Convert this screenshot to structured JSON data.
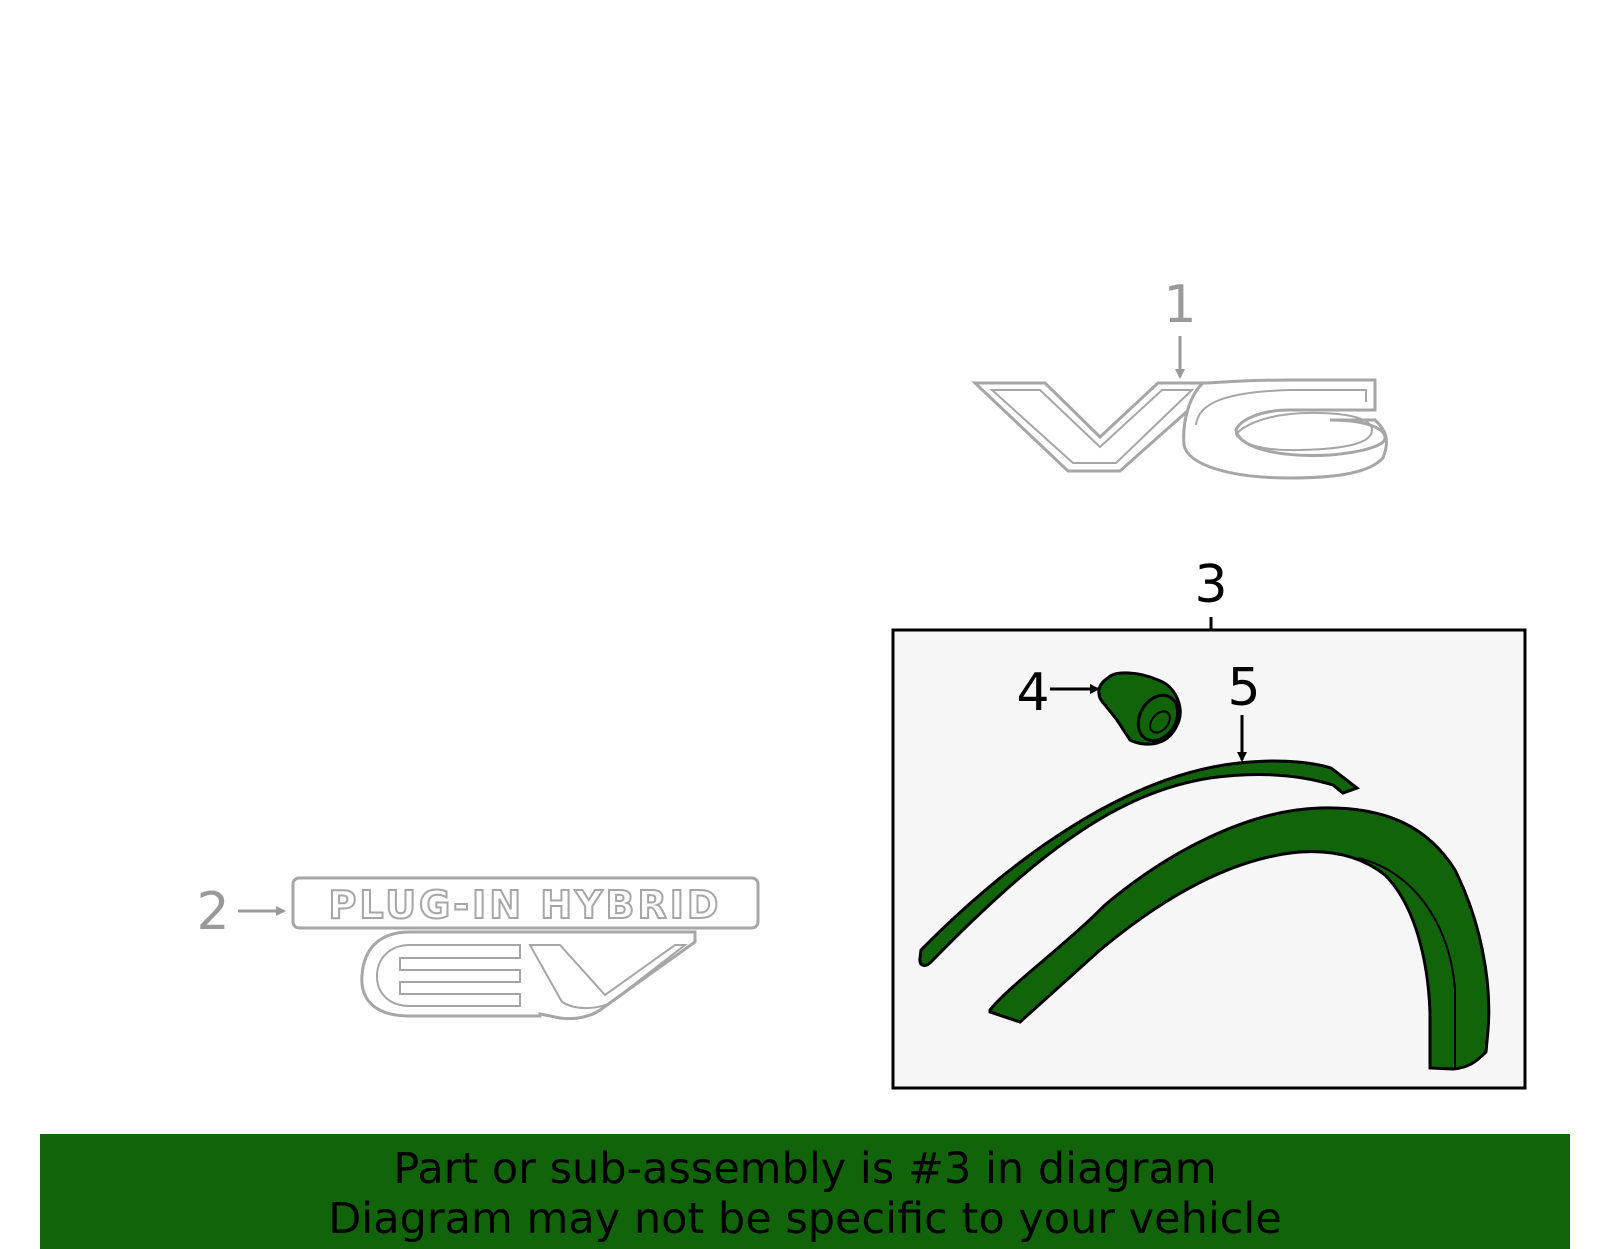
{
  "callouts": {
    "c1": "1",
    "c2": "2",
    "c3": "3",
    "c4": "4",
    "c5": "5"
  },
  "parts": [
    {
      "number": "1",
      "name": "v6-emblem",
      "highlighted": false
    },
    {
      "number": "2",
      "name": "plug-in-hybrid-ev-emblem",
      "highlighted": false
    },
    {
      "number": "3",
      "name": "wheel-arch-molding-assembly",
      "highlighted": true
    },
    {
      "number": "4",
      "name": "clip",
      "highlighted": true
    },
    {
      "number": "5",
      "name": "wheel-arch-molding",
      "highlighted": true
    }
  ],
  "emblems": {
    "v6_text": "V6",
    "hybrid_line1": "PLUG-IN HYBRID",
    "hybrid_line2": "EV"
  },
  "banner": {
    "line1": "Part or sub-assembly is #3 in diagram",
    "line2": "Diagram may not be specific to your vehicle"
  },
  "colors": {
    "highlight_green": "#116409",
    "inactive_gray": "#9a9a9a",
    "box_fill": "#f6f6f6"
  }
}
